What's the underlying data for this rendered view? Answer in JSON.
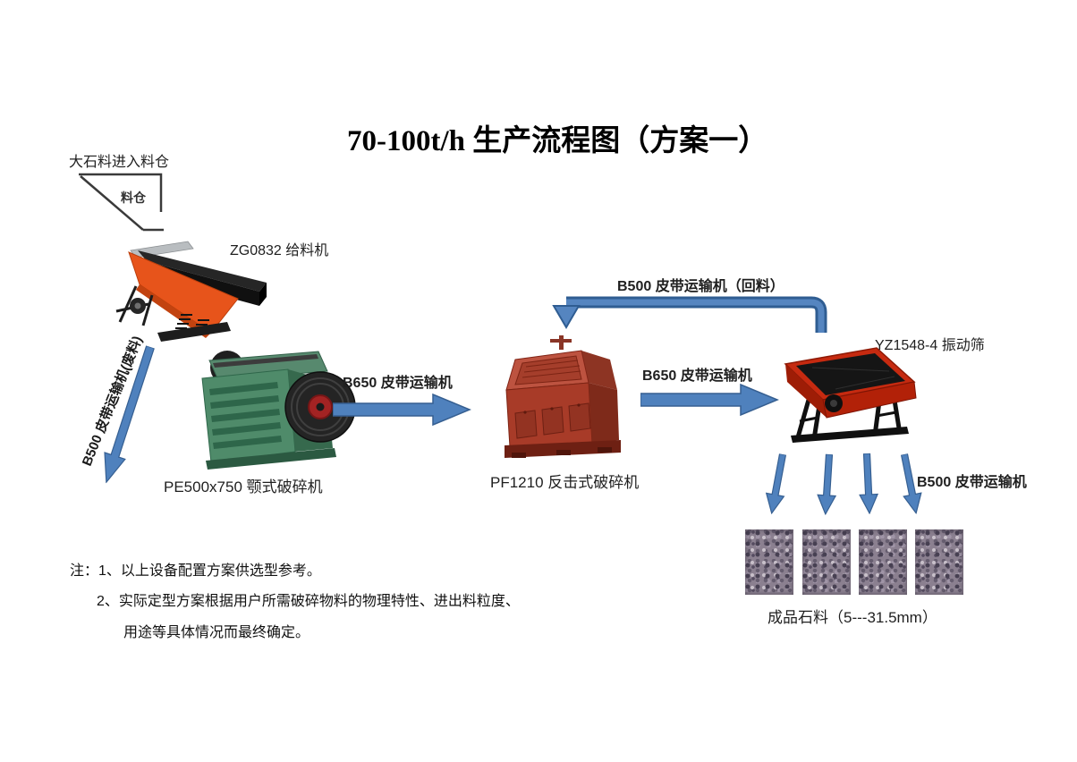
{
  "title": "70-100t/h 生产流程图（方案一）",
  "hopper": {
    "caption": "大石料进入料仓",
    "label": "料仓"
  },
  "machines": {
    "feeder": "ZG0832 给料机",
    "jaw_crusher": "PE500x750 颚式破碎机",
    "impact_crusher": "PF1210 反击式破碎机",
    "vibrating_screen": "YZ1548-4 振动筛"
  },
  "conveyors": {
    "waste_belt": "B500 皮带运输机(废料)",
    "belt_to_impact": "B650 皮带运输机",
    "belt_to_screen": "B650 皮带运输机",
    "return_belt": "B500 皮带运输机（回料）",
    "product_belt": "B500 皮带运输机"
  },
  "output": {
    "product_label": "成品石料（5---31.5mm）",
    "pile_count": 4
  },
  "notes": [
    "注：1、以上设备配置方案供选型参考。",
    "2、实际定型方案根据用户所需破碎物料的物理特性、进出料粒度、",
    "用途等具体情况而最终确定。"
  ],
  "colors": {
    "arrow_fill": "#4f81bd",
    "arrow_outline": "#365f91",
    "feeder_orange": "#e7541b",
    "jaw_green": "#4f8b6a",
    "flywheel_red": "#a32323",
    "impact_red": "#a83b28",
    "screen_red": "#c62a10",
    "stone_gray": "#8b8090"
  }
}
